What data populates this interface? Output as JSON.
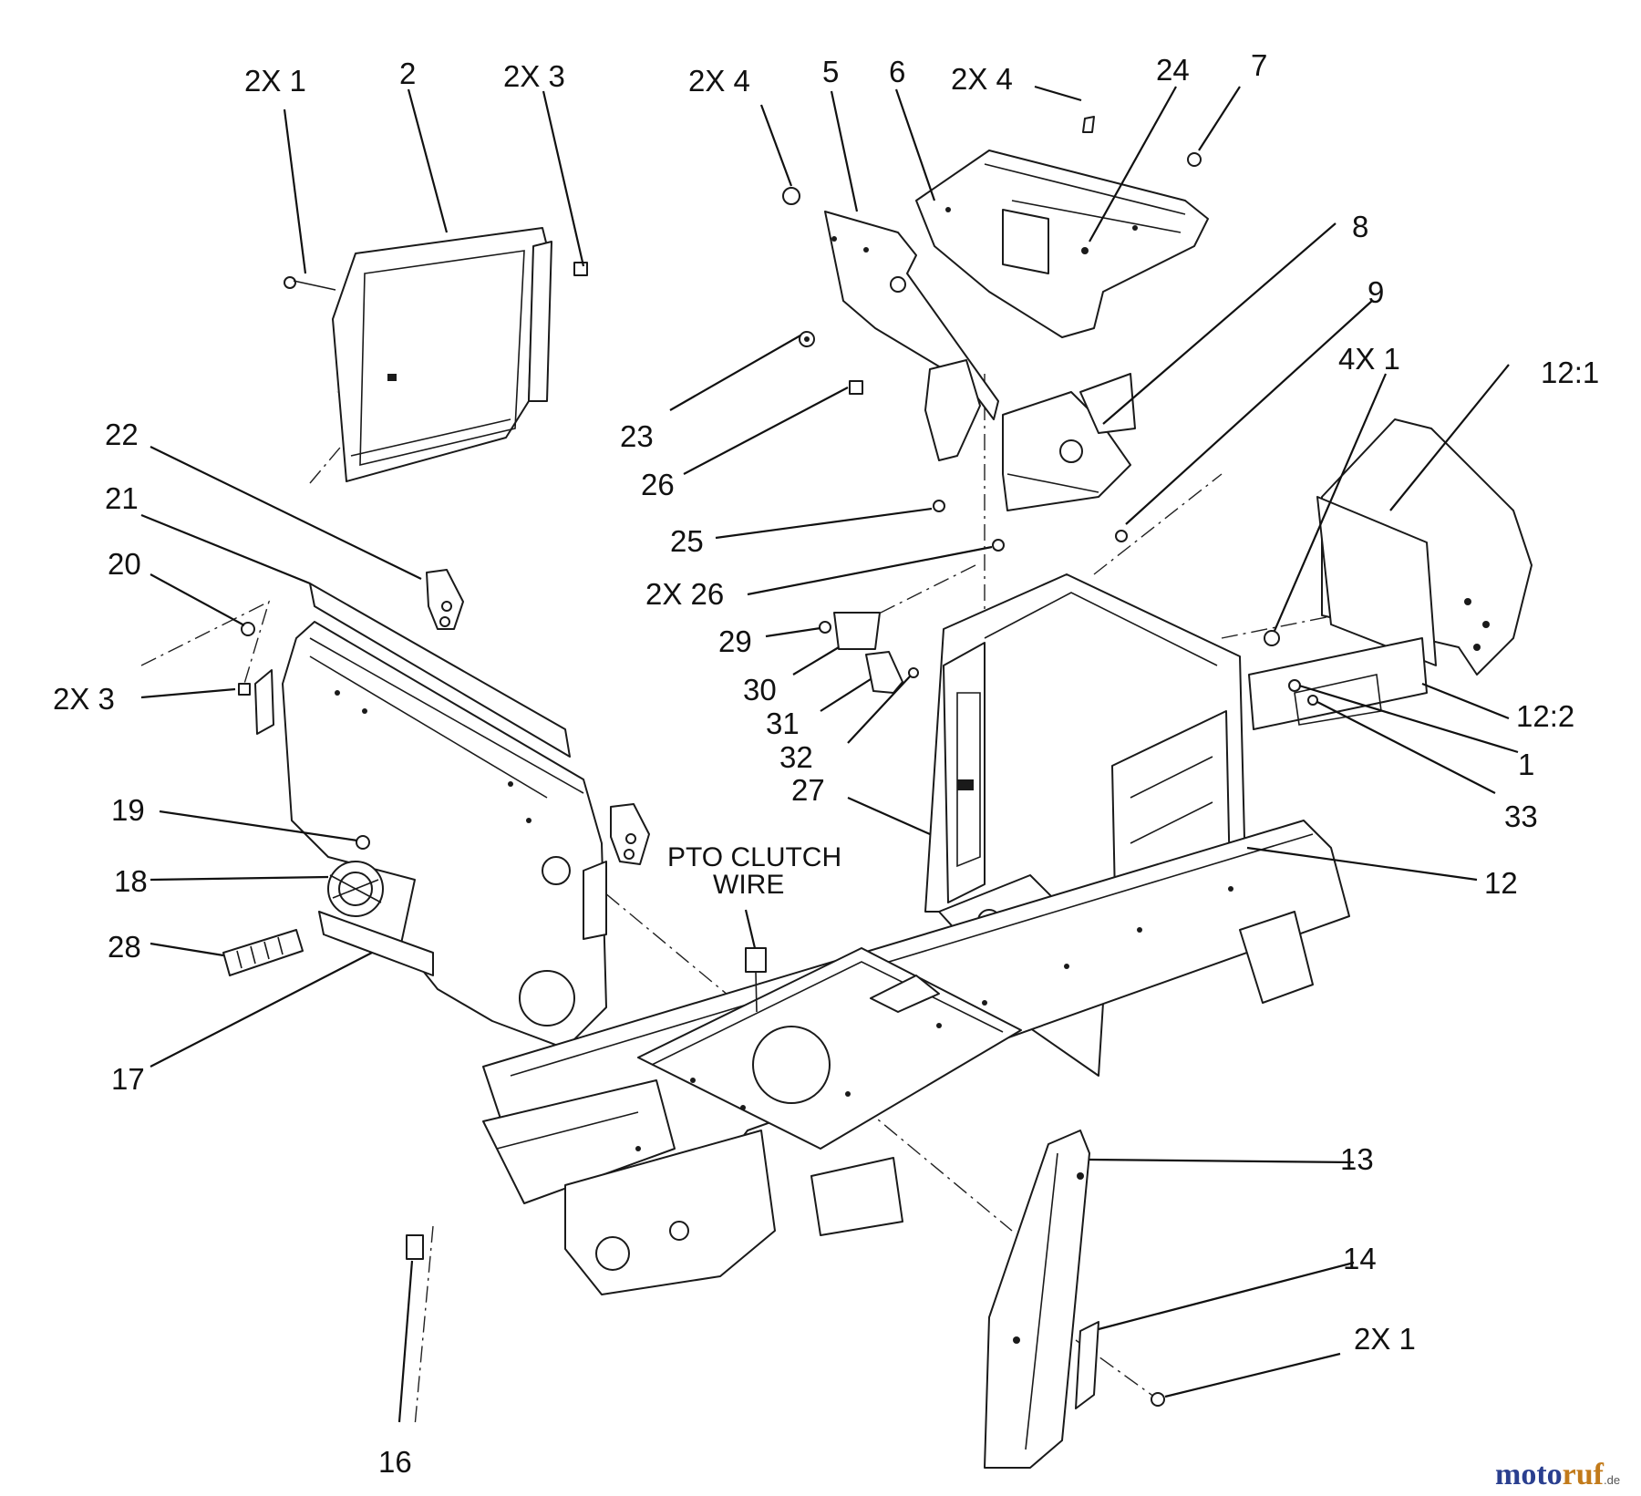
{
  "labels": {
    "l_2x1_top": "2X 1",
    "l_2": "2",
    "l_2x3_top": "2X 3",
    "l_2x4_a": "2X 4",
    "l_5": "5",
    "l_6": "6",
    "l_2x4_b": "2X 4",
    "l_24": "24",
    "l_7": "7",
    "l_8": "8",
    "l_9": "9",
    "l_4x1": "4X 1",
    "l_12_1": "12:1",
    "l_12_2": "12:2",
    "l_1": "1",
    "l_33": "33",
    "l_12": "12",
    "l_22": "22",
    "l_21": "21",
    "l_20": "20",
    "l_2x3_left": "2X 3",
    "l_23": "23",
    "l_26": "26",
    "l_25": "25",
    "l_2x26": "2X 26",
    "l_29": "29",
    "l_30": "30",
    "l_31": "31",
    "l_32": "32",
    "l_27": "27",
    "l_19": "19",
    "l_18": "18",
    "l_28": "28",
    "l_17": "17",
    "l_pto1": "PTO CLUTCH",
    "l_pto2": "WIRE",
    "l_13": "13",
    "l_14": "14",
    "l_2x1_bottom": "2X 1",
    "l_16": "16"
  },
  "watermark": {
    "part_a": "moto",
    "part_b": "ruf",
    "suffix": ".de"
  }
}
